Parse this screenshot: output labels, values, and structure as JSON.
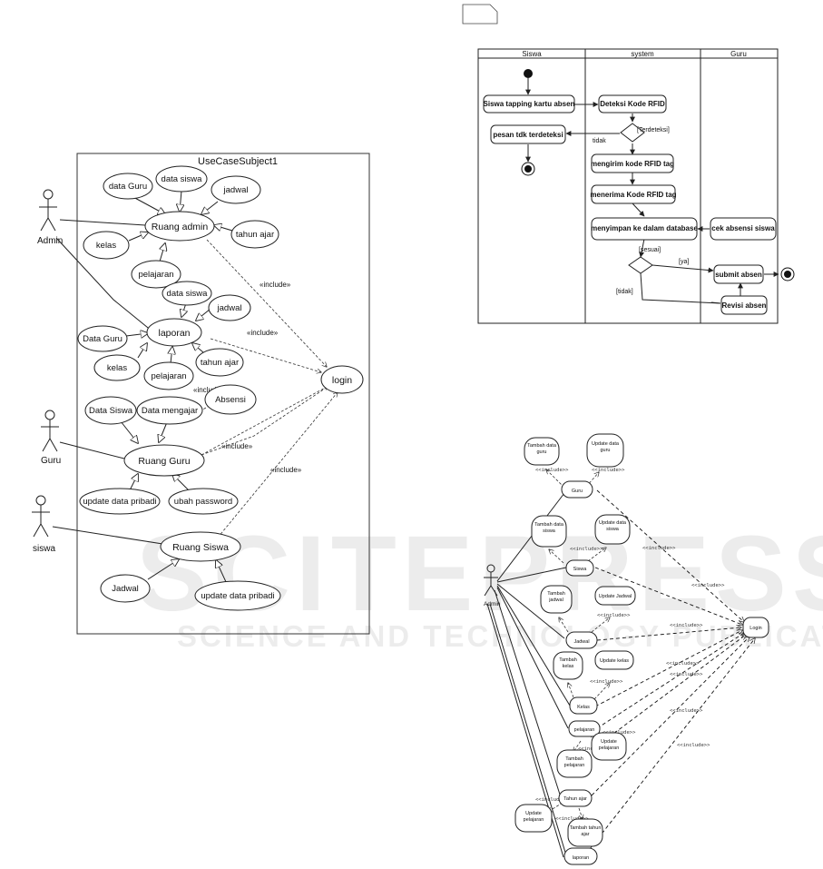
{
  "usecase1": {
    "subject": "UseCaseSubject1",
    "actors": {
      "admin": "Admin",
      "guru": "Guru",
      "siswa": "siswa"
    },
    "usecases": {
      "data_guru": "data Guru",
      "data_siswa": "data siswa",
      "jadwal": "jadwal",
      "ruang_admin": "Ruang admin",
      "kelas": "kelas",
      "tahun_ajar": "tahun ajar",
      "pelajaran": "pelajaran",
      "l_data_siswa": "data siswa",
      "l_jadwal": "jadwal",
      "laporan": "laporan",
      "l_data_guru": "Data Guru",
      "l_kelas": "kelas",
      "l_pelajaran": "pelajaran",
      "l_tahun_ajar": "tahun ajar",
      "login": "login",
      "g_data_siswa": "Data Siswa",
      "data_mengajar": "Data mengajar",
      "absensi": "Absensi",
      "ruang_guru": "Ruang Guru",
      "update_pribadi": "update data pribadi",
      "ubah_password": "ubah password",
      "ruang_siswa": "Ruang Siswa",
      "s_jadwal": "Jadwal",
      "s_update_pribadi": "update data pribadi"
    },
    "include": "«include»"
  },
  "activity": {
    "lanes": [
      "Siswa",
      "system",
      "Guru"
    ],
    "nodes": {
      "tapping": "Siswa tapping kartu absen",
      "deteksi": "Deteksi Kode RFID",
      "pesan": "pesan tdk terdeteksi",
      "mengirim": "mengirim kode RFID tag",
      "menerima": "menerima Kode RFID tag",
      "menyimpan": "menyimpan ke dalam database",
      "cek": "cek absensi siswa",
      "submit": "submit absen",
      "revisi": "Revisi absen"
    },
    "guards": {
      "terdeteksi": "[Terdeteksi]",
      "tidak": "tidak",
      "sesuai": "[sesuai]",
      "ya": "[ya]",
      "tidak2": "[tidak]"
    }
  },
  "usecase2": {
    "actor": "Admin",
    "nodes": {
      "tambah_guru": "Tambah data guru",
      "update_guru": "Update data guru",
      "guru": "Guru",
      "tambah_siswa": "Tambah data siswa",
      "update_siswa": "Update data siswa",
      "siswa": "Siswa",
      "tambah_jadwal": "Tambah jadwal",
      "update_jadwal": "Update Jadwal",
      "jadwal": "Jadwal",
      "login": "Login",
      "tambah_kelas": "Tambah kelas",
      "update_kelas": "Update kelas",
      "kelas": "Kelas",
      "pelajaran": "pelajaran",
      "update_pelajaran": "Update pelajaran",
      "tambah_pelajaran": "Tambah pelajaran",
      "tahun_ajar": "Tahun ajar",
      "update_pelajaran2": "Update pelajaran",
      "tambah_tahun": "Tambah tahun ajar",
      "laporan": "laporan"
    },
    "include": "<<include>>"
  },
  "watermark": {
    "main": "SCITEPRESS",
    "sub": "SCIENCE AND TECHNOLOGY PUBLICATIONS"
  }
}
